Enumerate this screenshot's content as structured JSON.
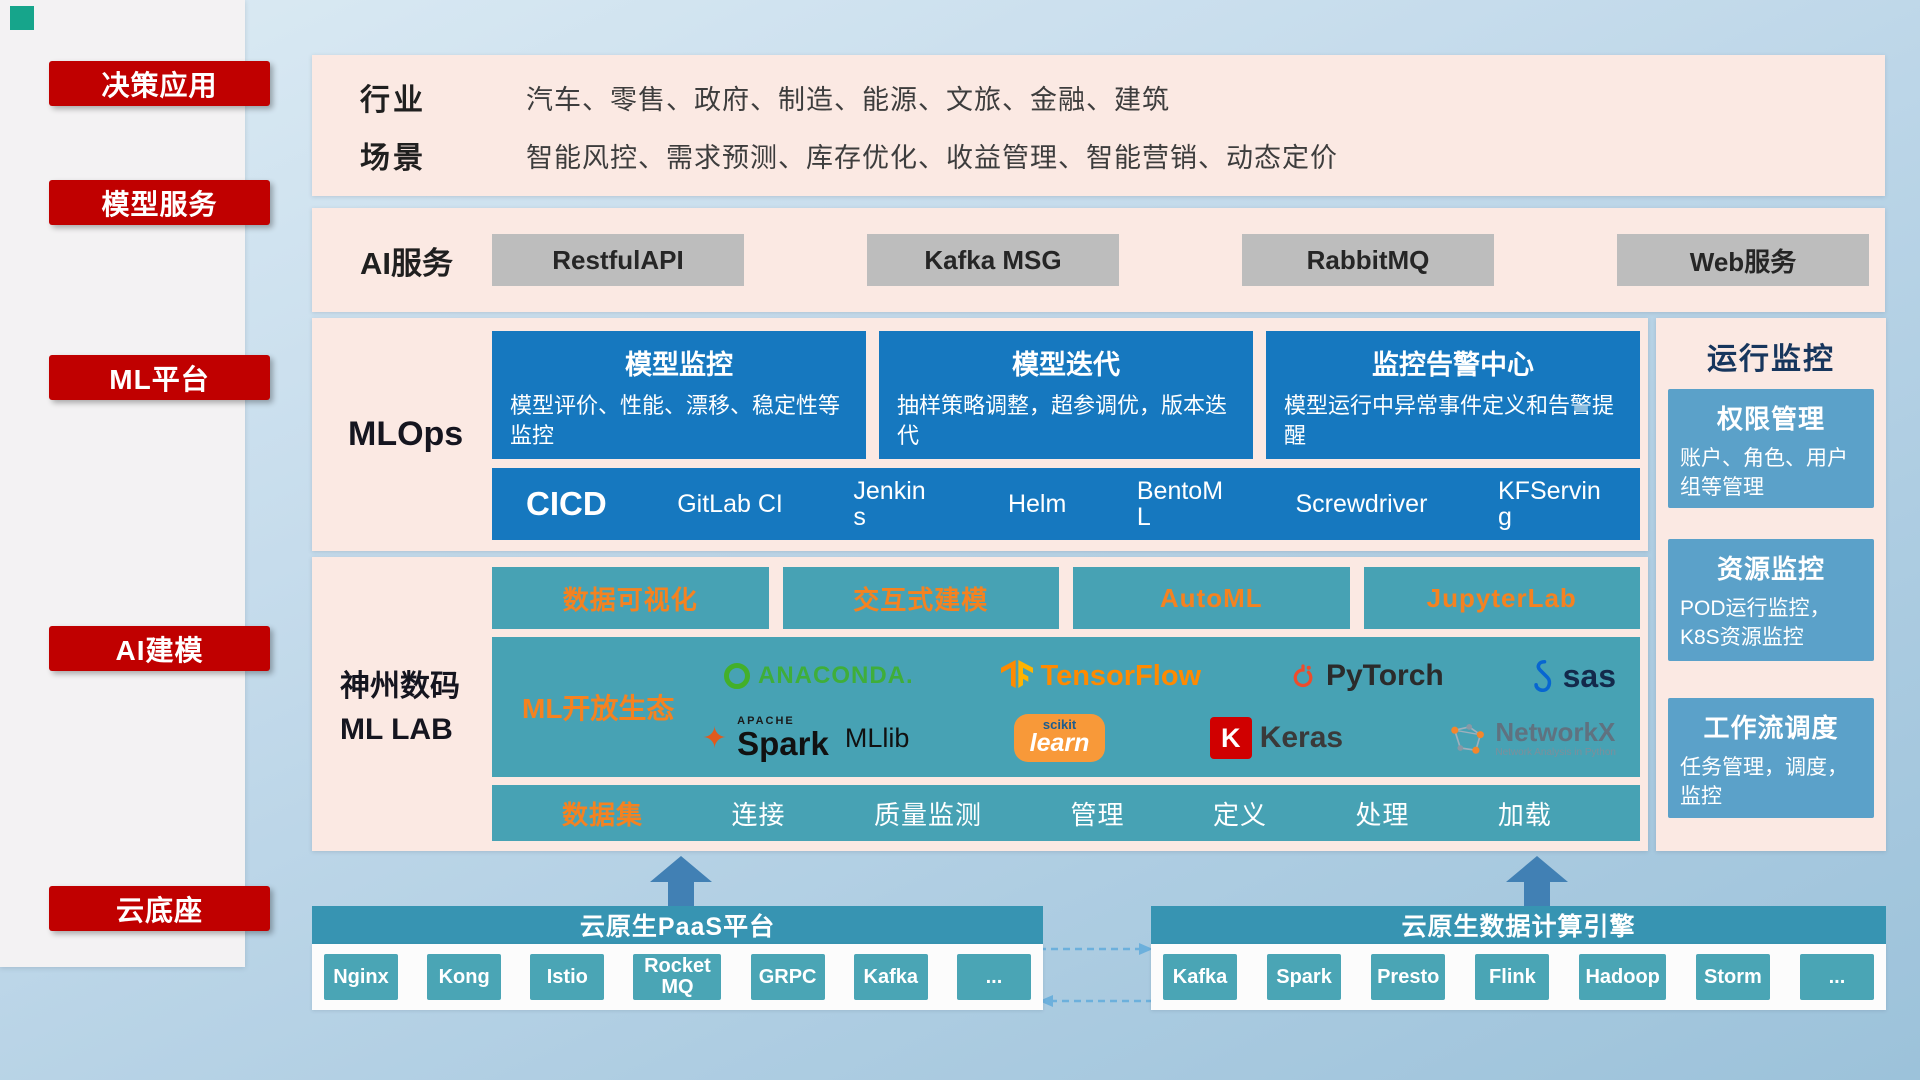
{
  "sidebar": {
    "items": [
      {
        "label": "决策应用"
      },
      {
        "label": "模型服务"
      },
      {
        "label": "ML平台"
      },
      {
        "label": "AI建模"
      },
      {
        "label": "云底座"
      }
    ]
  },
  "business": {
    "industry_label": "行业",
    "industry_value": "汽车、零售、政府、制造、能源、文旅、金融、建筑",
    "scene_label": "场景",
    "scene_value": "智能风控、需求预测、库存优化、收益管理、智能营销、动态定价"
  },
  "ai_service": {
    "label": "AI服务",
    "buttons": [
      "RestfulAPI",
      "Kafka MSG",
      "RabbitMQ",
      "Web服务"
    ]
  },
  "mlops": {
    "label": "MLOps",
    "cards": [
      {
        "title": "模型监控",
        "desc": "模型评价、性能、漂移、稳定性等监控"
      },
      {
        "title": "模型迭代",
        "desc": "抽样策略调整，超参调优，版本迭代"
      },
      {
        "title": "监控告警中心",
        "desc": "模型运行中异常事件定义和告警提醒"
      }
    ],
    "cicd_label": "CICD",
    "cicd_items": [
      "GitLab CI",
      "Jenkins",
      "Helm",
      "BentoML",
      "Screwdriver",
      "KFServing"
    ]
  },
  "monitoring": {
    "title": "运行监控",
    "cards": [
      {
        "title": "权限管理",
        "desc": "账户、角色、用户组等管理"
      },
      {
        "title": "资源监控",
        "desc": "POD运行监控，K8S资源监控"
      },
      {
        "title": "工作流调度",
        "desc": "任务管理，调度，监控"
      }
    ]
  },
  "mllab": {
    "label_line1": "神州数码",
    "label_line2": "ML LAB",
    "tools": [
      "数据可视化",
      "交互式建模",
      "AutoML",
      "JupyterLab"
    ],
    "eco_label": "ML开放生态",
    "logos": {
      "anaconda": "ANACONDA.",
      "tensorflow": "TensorFlow",
      "pytorch": "PyTorch",
      "sas": "sas",
      "spark_small": "APACHE",
      "spark": "Spark",
      "mllib": "MLlib",
      "sklearn_top": "scikit",
      "sklearn": "learn",
      "keras_letter": "K",
      "keras": "Keras",
      "networkx": "NetworkX",
      "networkx_sub": "Network Analysis in Python"
    },
    "dataset": {
      "label": "数据集",
      "items": [
        "连接",
        "质量监测",
        "管理",
        "定义",
        "处理",
        "加载"
      ]
    }
  },
  "cloud": {
    "paas": {
      "title": "云原生PaaS平台",
      "items": [
        "Nginx",
        "Kong",
        "Istio",
        "RocketMQ",
        "GRPC",
        "Kafka",
        "..."
      ]
    },
    "engine": {
      "title": "云原生数据计算引擎",
      "items": [
        "Kafka",
        "Spark",
        "Presto",
        "Flink",
        "Hadoop",
        "Storm",
        "..."
      ]
    }
  },
  "icons": {
    "spark_star": "✦"
  }
}
